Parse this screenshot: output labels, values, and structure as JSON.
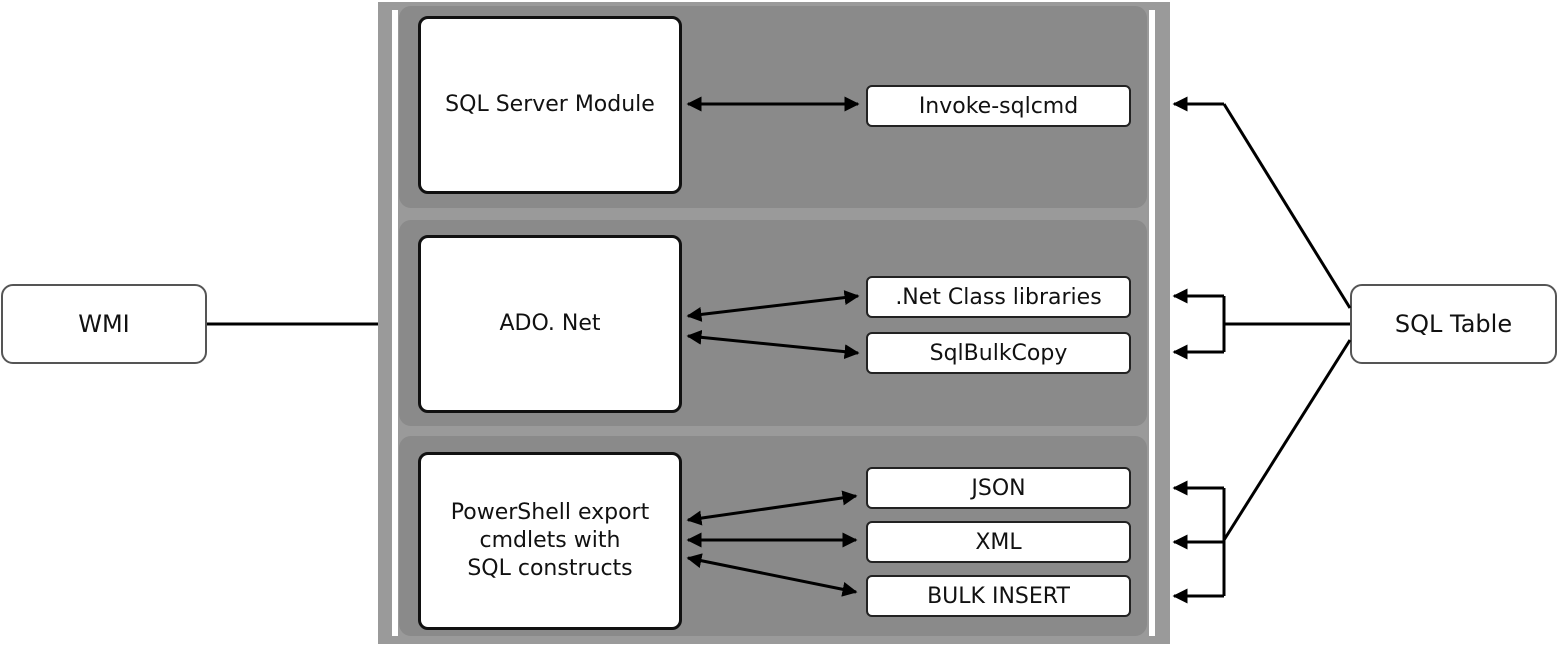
{
  "left_node": {
    "label": "WMI"
  },
  "right_node": {
    "label": "SQL Table"
  },
  "panels": [
    {
      "main": "SQL Server Module",
      "items": [
        "Invoke-sqlcmd"
      ]
    },
    {
      "main": "ADO. Net",
      "items": [
        ".Net Class libraries",
        "SqlBulkCopy"
      ]
    },
    {
      "main": "PowerShell export\ncmdlets with\nSQL constructs",
      "items": [
        "JSON",
        "XML",
        "BULK INSERT"
      ]
    }
  ],
  "colors": {
    "frame": "#9a9a9a",
    "panel": "#8a8a8a",
    "line": "#000000"
  }
}
